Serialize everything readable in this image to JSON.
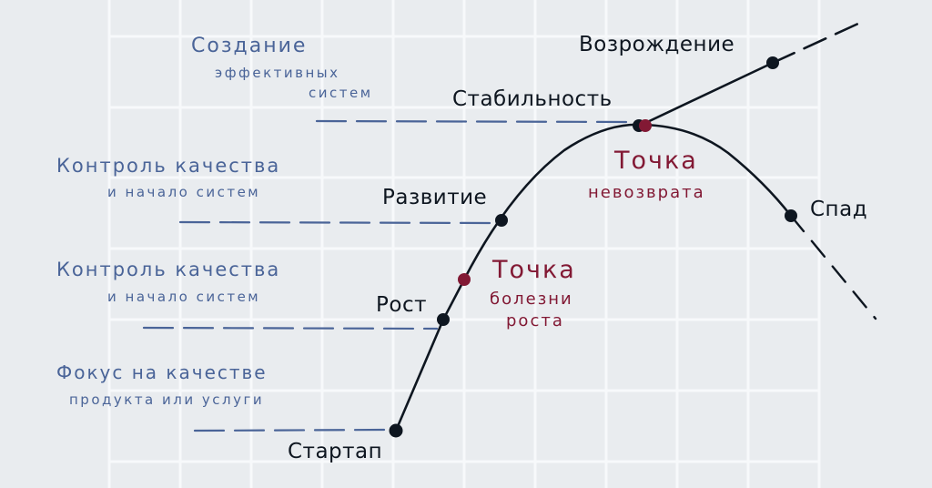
{
  "diagram": {
    "type": "lifecycle-curve",
    "colors": {
      "background": "#e9ecef",
      "grid": "#f7f9fb",
      "curve": "#0e1620",
      "note_text": "#4a6498",
      "critical": "#821934"
    },
    "stages": [
      {
        "id": "startup",
        "label": "Стартап"
      },
      {
        "id": "growth",
        "label": "Рост"
      },
      {
        "id": "development",
        "label": "Развитие"
      },
      {
        "id": "stability",
        "label": "Стабильность"
      },
      {
        "id": "revival",
        "label": "Возрождение"
      },
      {
        "id": "decline",
        "label": "Спад"
      }
    ],
    "notes": [
      {
        "stage": "stability",
        "lines": [
          "Создание",
          "эффективных",
          "систем"
        ]
      },
      {
        "stage": "development",
        "lines": [
          "Контроль качества",
          "и начало систем"
        ]
      },
      {
        "stage": "growth",
        "lines": [
          "Контроль качества",
          "и начало систем"
        ]
      },
      {
        "stage": "startup",
        "lines": [
          "Фокус на качестве",
          "продукта или  услуги"
        ]
      }
    ],
    "critical_points": [
      {
        "id": "growing-pains",
        "lines": [
          "Точка",
          "болезни",
          "роста"
        ]
      },
      {
        "id": "point-of-no-return",
        "lines": [
          "Точка",
          "невозврата"
        ]
      }
    ]
  }
}
